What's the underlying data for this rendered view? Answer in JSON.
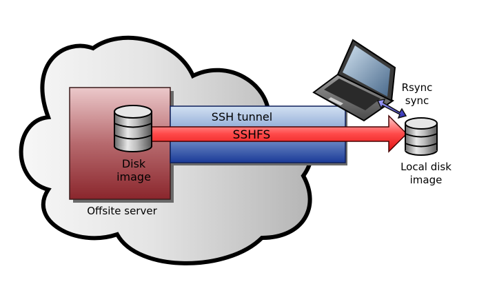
{
  "labels": {
    "ssh_tunnel": "SSH tunnel",
    "sshfs": "SSHFS",
    "disk_image_line1": "Disk",
    "disk_image_line2": "image",
    "offsite_server": "Offsite server",
    "rsync_line1": "Rsync",
    "rsync_line2": "sync",
    "local_disk_line1": "Local disk",
    "local_disk_line2": "image"
  },
  "colors": {
    "cloud_light": "#f4f4f4",
    "cloud_dark": "#b8b8b8",
    "server_top": "#e7c3c6",
    "server_bottom": "#8c2a30",
    "tunnel_top": "#c7d9ef",
    "tunnel_bottom": "#1e3d9a",
    "sshfs_arrow": "#ff3a3a",
    "rsync_arrow": "#4a4ad6"
  },
  "icons": {
    "disk": "database-cylinder-icon",
    "laptop": "laptop-icon"
  }
}
